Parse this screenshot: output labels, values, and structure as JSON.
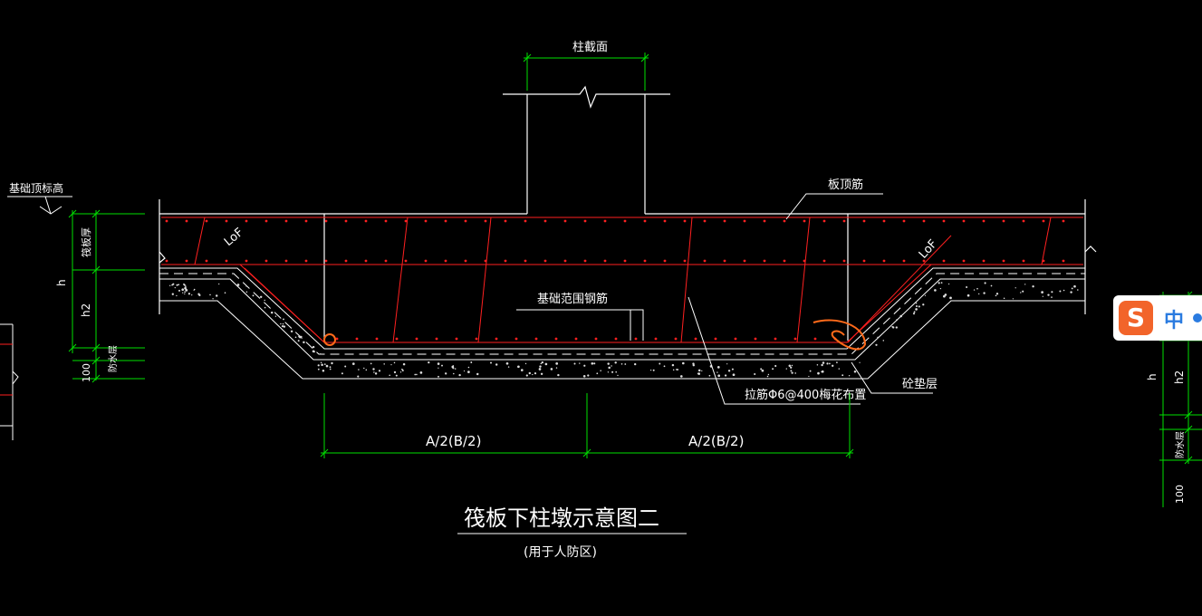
{
  "labels": {
    "column_section": "柱截面",
    "foundation_top_elevation": "基础顶标高",
    "slab_top_rebar": "板顶筋",
    "slab_thickness": "筏板厚",
    "h": "h",
    "h2": "h2",
    "waterproof_layer": "防水层",
    "dim_100": "100",
    "lof_left": "LoF",
    "lof_right": "LoF",
    "foundation_range_rebar": "基础范围钢筋",
    "tie_bar": "拉筋Φ6@400梅花布置",
    "cushion_layer": "砼垫层",
    "dim_half_left": "A/2(B/2)",
    "dim_half_right": "A/2(B/2)",
    "title": "筏板下柱墩示意图二",
    "subtitle": "(用于人防区)"
  },
  "right_fragment": {
    "h": "h",
    "h2": "h2",
    "waterproof_layer": "防水层",
    "dim_100": "100"
  },
  "ime": {
    "logo": "S",
    "language": "中"
  },
  "colors": {
    "background": "#000000",
    "outline": "#ffffff",
    "rebar": "#ff2020",
    "dimension": "#00e000",
    "annotation": "#ff6a1a",
    "ime_brand": "#f2642a",
    "ime_text": "#2a7be0"
  }
}
